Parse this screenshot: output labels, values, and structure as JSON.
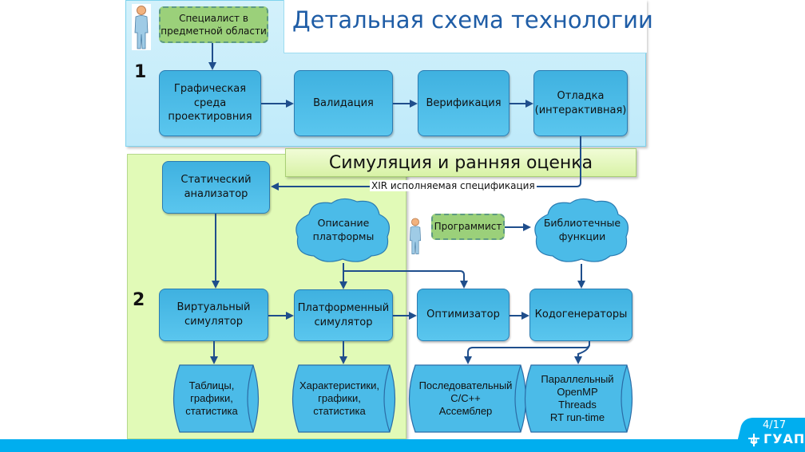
{
  "slide": {
    "title": "Детальная схема технологии",
    "page_number": "4/17",
    "logo_text": "ГУАП"
  },
  "colors": {
    "region1_fill": "#c7edfa",
    "region2_fill": "#e1fab7",
    "process_fill": "#4bbbe8",
    "actor_fill": "#9bd07a",
    "arrow": "#1f4e8c",
    "title_text": "#1f5da6",
    "accent_bar": "#00aeef"
  },
  "regions": [
    {
      "number": "1"
    },
    {
      "number": "2"
    }
  ],
  "simulation_banner": "Симуляция и ранняя оценка",
  "actors": {
    "domain_expert": {
      "icon": "person-icon",
      "label": "Специалист в предметной области"
    },
    "programmer": {
      "icon": "person-icon",
      "label": "Программист"
    }
  },
  "processes": {
    "graphic_env": "Графическая среда проектировния",
    "validation": "Валидация",
    "verification": "Верификация",
    "debug": "Отладка (интерактивная)",
    "static_analyzer": "Статический анализатор",
    "virtual_sim": "Виртуальный симулятор",
    "platform_sim": "Платформенный симулятор",
    "optimizer": "Оптимизатор",
    "codegen": "Кодогенераторы"
  },
  "clouds": {
    "platform_desc": "Описание платформы",
    "library_funcs": "Библиотечные функции"
  },
  "stores": {
    "tables": "Таблицы, графики, статистика",
    "characteristics": "Характеристики, графики, статистика",
    "sequential": "Последовательный C/C++ Ассемблер",
    "parallel": "Параллельный OpenMP Threads RT run-time"
  },
  "connectors": {
    "xir_label": "XIR исполняемая спецификация"
  }
}
